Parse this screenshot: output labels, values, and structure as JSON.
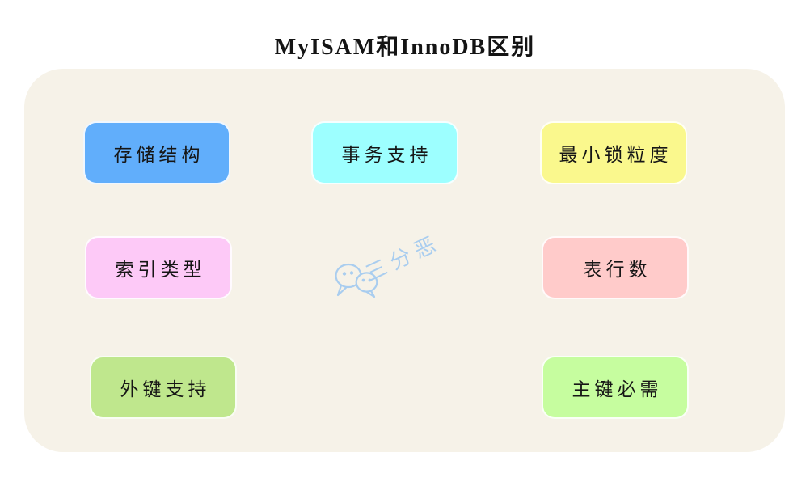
{
  "title": "MyISAM和InnoDB区别",
  "watermark": {
    "text": "三分恶",
    "icon": "wechat-icon",
    "color": "#a9cdef"
  },
  "colors": {
    "page_bg": "#ffffff",
    "panel_bg": "#f6f2e8",
    "label_text": "#161616"
  },
  "boxes": [
    {
      "label": "存储结构",
      "color": "#61aefb"
    },
    {
      "label": "事务支持",
      "color": "#9dffff"
    },
    {
      "label": "最小锁粒度",
      "color": "#faf88d"
    },
    {
      "label": "索引类型",
      "color": "#fdc9f7"
    },
    {
      "label": "表行数",
      "color": "#ffcbca"
    },
    {
      "label": "外键支持",
      "color": "#bfe78d"
    },
    {
      "label": "主键必需",
      "color": "#c6fd9f"
    }
  ]
}
